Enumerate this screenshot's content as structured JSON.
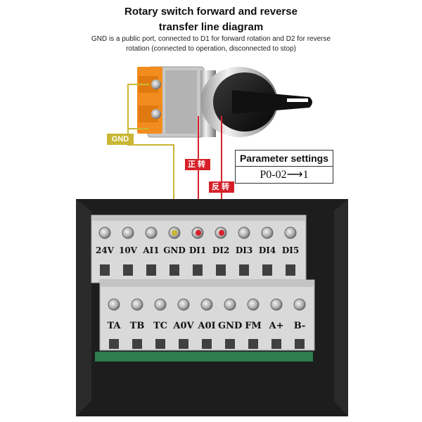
{
  "header": {
    "title_line1": "Rotary switch forward and reverse",
    "title_line2": "transfer line diagram",
    "note_line1": "GND is a public port, connected to D1 for forward rotation and D2 for reverse",
    "note_line2": "rotation (connected to operation, disconnected to stop)"
  },
  "labels": {
    "gnd": "GND",
    "forward": "正转",
    "reverse": "反转"
  },
  "parameter": {
    "title": "Parameter settings",
    "value": "P0-02⟶1"
  },
  "terminals": {
    "top": [
      "24V",
      "10V",
      "AI1",
      "GND",
      "DI1",
      "DI2",
      "DI3",
      "DI4",
      "DI5"
    ],
    "bottom": [
      "TA",
      "TB",
      "TC",
      "A0V",
      "A0I",
      "GND",
      "FM",
      "A+",
      "B-"
    ]
  },
  "colors": {
    "gnd_wire": "#c9b634",
    "signal_wire": "#d6202a",
    "housing": "#1d1d1d",
    "terminal_block": "#d9d9d9"
  }
}
